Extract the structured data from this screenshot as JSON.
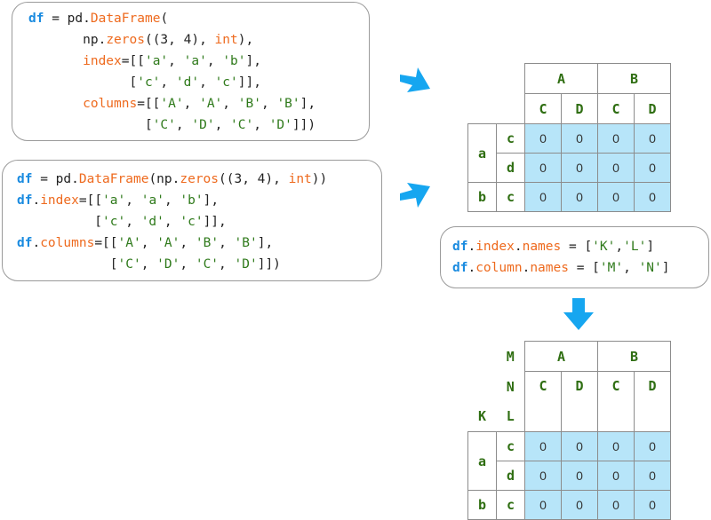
{
  "code1": {
    "lines": [
      [
        {
          "t": "df",
          "c": "kw"
        },
        {
          "t": " = pd."
        },
        {
          "t": "DataFrame",
          "c": "fn"
        },
        {
          "t": "("
        }
      ],
      [
        {
          "t": "       np."
        },
        {
          "t": "zeros",
          "c": "fn"
        },
        {
          "t": "((3, 4), "
        },
        {
          "t": "int",
          "c": "fn"
        },
        {
          "t": "),"
        }
      ],
      [
        {
          "t": "       "
        },
        {
          "t": "index",
          "c": "fn"
        },
        {
          "t": "=[["
        },
        {
          "t": "'a'",
          "c": "st"
        },
        {
          "t": ", "
        },
        {
          "t": "'a'",
          "c": "st"
        },
        {
          "t": ", "
        },
        {
          "t": "'b'",
          "c": "st"
        },
        {
          "t": "],"
        }
      ],
      [
        {
          "t": "             ["
        },
        {
          "t": "'c'",
          "c": "st"
        },
        {
          "t": ", "
        },
        {
          "t": "'d'",
          "c": "st"
        },
        {
          "t": ", "
        },
        {
          "t": "'c'",
          "c": "st"
        },
        {
          "t": "]],"
        }
      ],
      [
        {
          "t": "       "
        },
        {
          "t": "columns",
          "c": "fn"
        },
        {
          "t": "=[["
        },
        {
          "t": "'A'",
          "c": "st"
        },
        {
          "t": ", "
        },
        {
          "t": "'A'",
          "c": "st"
        },
        {
          "t": ", "
        },
        {
          "t": "'B'",
          "c": "st"
        },
        {
          "t": ", "
        },
        {
          "t": "'B'",
          "c": "st"
        },
        {
          "t": "],"
        }
      ],
      [
        {
          "t": "               ["
        },
        {
          "t": "'C'",
          "c": "st"
        },
        {
          "t": ", "
        },
        {
          "t": "'D'",
          "c": "st"
        },
        {
          "t": ", "
        },
        {
          "t": "'C'",
          "c": "st"
        },
        {
          "t": ", "
        },
        {
          "t": "'D'",
          "c": "st"
        },
        {
          "t": "]])"
        }
      ]
    ]
  },
  "code2": {
    "lines": [
      [
        {
          "t": "df",
          "c": "kw"
        },
        {
          "t": " = pd."
        },
        {
          "t": "DataFrame",
          "c": "fn"
        },
        {
          "t": "(np."
        },
        {
          "t": "zeros",
          "c": "fn"
        },
        {
          "t": "((3, 4), "
        },
        {
          "t": "int",
          "c": "fn"
        },
        {
          "t": "))"
        }
      ],
      [
        {
          "t": "df",
          "c": "kw"
        },
        {
          "t": "."
        },
        {
          "t": "index",
          "c": "fn"
        },
        {
          "t": "=[["
        },
        {
          "t": "'a'",
          "c": "st"
        },
        {
          "t": ", "
        },
        {
          "t": "'a'",
          "c": "st"
        },
        {
          "t": ", "
        },
        {
          "t": "'b'",
          "c": "st"
        },
        {
          "t": "],"
        }
      ],
      [
        {
          "t": "          ["
        },
        {
          "t": "'c'",
          "c": "st"
        },
        {
          "t": ", "
        },
        {
          "t": "'d'",
          "c": "st"
        },
        {
          "t": ", "
        },
        {
          "t": "'c'",
          "c": "st"
        },
        {
          "t": "]],"
        }
      ],
      [
        {
          "t": "df",
          "c": "kw"
        },
        {
          "t": "."
        },
        {
          "t": "columns",
          "c": "fn"
        },
        {
          "t": "=[["
        },
        {
          "t": "'A'",
          "c": "st"
        },
        {
          "t": ", "
        },
        {
          "t": "'A'",
          "c": "st"
        },
        {
          "t": ", "
        },
        {
          "t": "'B'",
          "c": "st"
        },
        {
          "t": ", "
        },
        {
          "t": "'B'",
          "c": "st"
        },
        {
          "t": "],"
        }
      ],
      [
        {
          "t": "            ["
        },
        {
          "t": "'C'",
          "c": "st"
        },
        {
          "t": ", "
        },
        {
          "t": "'D'",
          "c": "st"
        },
        {
          "t": ", "
        },
        {
          "t": "'C'",
          "c": "st"
        },
        {
          "t": ", "
        },
        {
          "t": "'D'",
          "c": "st"
        },
        {
          "t": "]])"
        }
      ]
    ]
  },
  "code3": {
    "lines": [
      [
        {
          "t": "df",
          "c": "kw"
        },
        {
          "t": "."
        },
        {
          "t": "index",
          "c": "fn"
        },
        {
          "t": "."
        },
        {
          "t": "names",
          "c": "fn"
        },
        {
          "t": " = ["
        },
        {
          "t": "'K'",
          "c": "st"
        },
        {
          "t": ","
        },
        {
          "t": "'L'",
          "c": "st"
        },
        {
          "t": "]"
        }
      ],
      [
        {
          "t": "df",
          "c": "kw"
        },
        {
          "t": "."
        },
        {
          "t": "column",
          "c": "fn"
        },
        {
          "t": "."
        },
        {
          "t": "names",
          "c": "fn"
        },
        {
          "t": " = ["
        },
        {
          "t": "'M'",
          "c": "st"
        },
        {
          "t": ", "
        },
        {
          "t": "'N'",
          "c": "st"
        },
        {
          "t": "]"
        }
      ]
    ]
  },
  "table1": {
    "col_level1": [
      "A",
      "B"
    ],
    "col_level2": [
      "C",
      "D",
      "C",
      "D"
    ],
    "row_level1": [
      "a",
      "b"
    ],
    "row_level2": [
      "c",
      "d",
      "c"
    ],
    "values": [
      [
        "0",
        "0",
        "0",
        "0"
      ],
      [
        "0",
        "0",
        "0",
        "0"
      ],
      [
        "0",
        "0",
        "0",
        "0"
      ]
    ]
  },
  "table2": {
    "col_names": [
      "M",
      "N"
    ],
    "index_names": [
      "K",
      "L"
    ],
    "col_level1": [
      "A",
      "B"
    ],
    "col_level2": [
      "C",
      "D",
      "C",
      "D"
    ],
    "row_level1": [
      "a",
      "b"
    ],
    "row_level2": [
      "c",
      "d",
      "c"
    ],
    "values": [
      [
        "0",
        "0",
        "0",
        "0"
      ],
      [
        "0",
        "0",
        "0",
        "0"
      ],
      [
        "0",
        "0",
        "0",
        "0"
      ]
    ]
  },
  "colors": {
    "keyword": "#1a8be0",
    "function": "#ee6a1e",
    "string": "#2f7a1b",
    "header": "#2f6e12",
    "cell": "#b7e5f9",
    "arrow": "#16a6f0"
  },
  "icons": [
    "arrow-right-down-icon",
    "arrow-right-up-icon",
    "arrow-down-icon"
  ]
}
